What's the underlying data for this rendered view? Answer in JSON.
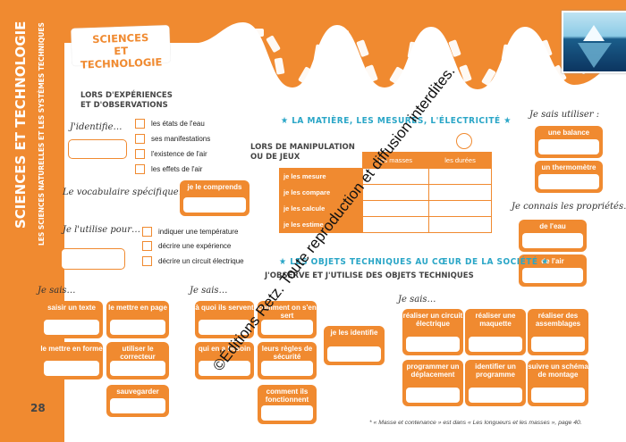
{
  "band": {
    "title": "SCIENCES ET TECHNOLOGIE",
    "subtitle": "LES SCIENCES NATURELLES ET LES SYSTÈMES TECHNIQUES"
  },
  "header_title_line1": "SCIENCES",
  "header_title_line2": "ET TECHNOLOGIE",
  "experiences": {
    "heading_line1": "LORS D'EXPÉRIENCES",
    "heading_line2": "ET D'OBSERVATIONS",
    "identify_label": "J'identifie…",
    "checkboxes": [
      "les états de l'eau",
      "ses manifestations",
      "l'existence de l'air",
      "les effets de l'air"
    ],
    "vocab_label": "Le vocabulaire spécifique…",
    "vocab_card": "je le comprends",
    "use_label": "Je l'utilise pour…",
    "use_checkboxes": [
      "indiquer une température",
      "décrire une expérience",
      "décrire un circuit électrique"
    ]
  },
  "matiere": {
    "title": "★ LA MATIÈRE, LES MESURES, L'ÉLECTRICITÉ ★",
    "heading_line1": "LORS DE MANIPULATION",
    "heading_line2": "OU DE JEUX",
    "col_headers": [
      "les masses",
      "les durées"
    ],
    "rows": [
      "je les mesure",
      "je les compare",
      "je les calcule",
      "je les estime"
    ]
  },
  "right": {
    "use_label": "Je sais utiliser :",
    "use_cards": [
      "une balance",
      "un thermomètre"
    ],
    "know_label": "Je connais les propriétés…",
    "know_cards": [
      "de l'eau",
      "de l'air"
    ]
  },
  "objets": {
    "title": "★ LES OBJETS TECHNIQUES AU CŒUR DE LA SOCIÉTÉ ★",
    "subtitle": "J'OBSERVE ET J'UTILISE DES OBJETS TECHNIQUES"
  },
  "bottom": {
    "label1": "Je sais…",
    "cards1": [
      "saisir un texte",
      "le mettre en page",
      "le mettre en forme",
      "utiliser le correcteur",
      "sauvegarder"
    ],
    "label2": "Je sais…",
    "cards2": [
      "à quoi ils servent",
      "comment on s'en sert",
      "qui en a besoin",
      "leurs règles de sécurité",
      "comment ils fonctionnent"
    ],
    "single_card": "je les identifie",
    "label3": "Je sais…",
    "cards3": [
      "réaliser un circuit électrique",
      "réaliser une maquette",
      "réaliser des assemblages",
      "programmer un déplacement",
      "identifier un programme",
      "suivre un schéma de montage"
    ]
  },
  "page_number": "28",
  "footnote": "* « Masse et contenance » est dans « Les longueurs et les masses », page 40.",
  "watermark": "©Éditions Retz. Toute reproduction et diffusion interdites.",
  "colors": {
    "accent": "#f08a30",
    "title_blue": "#2aa6c7"
  }
}
